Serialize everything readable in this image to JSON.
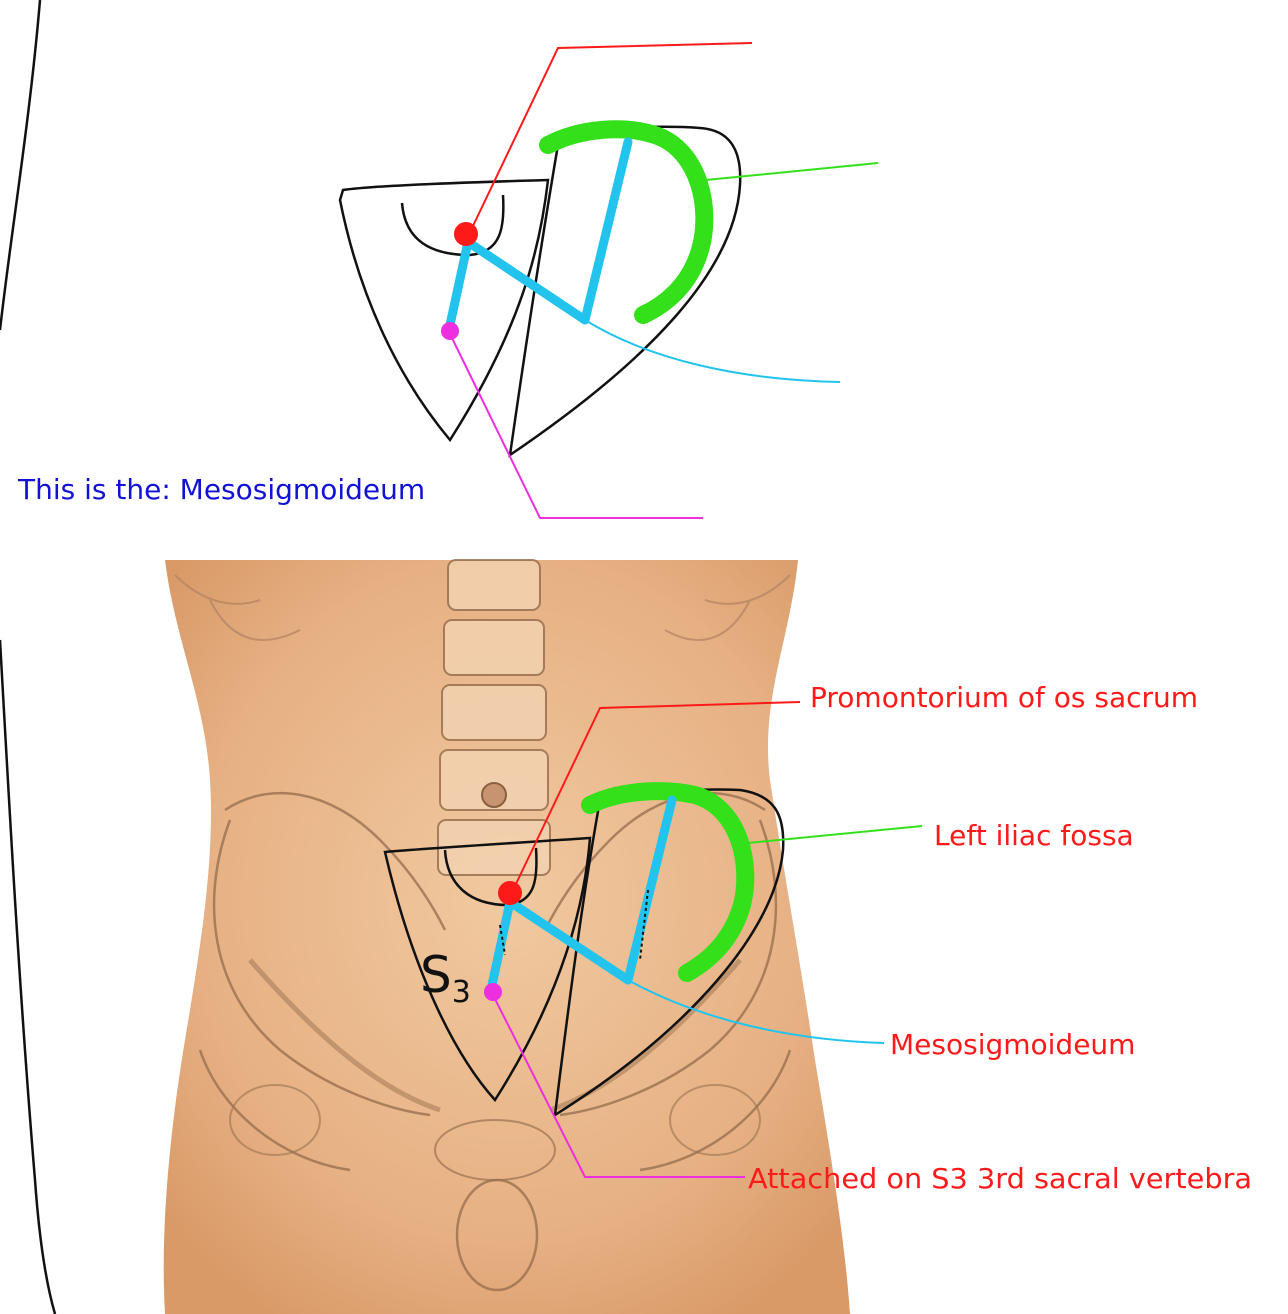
{
  "caption": {
    "prefix": "This is the: ",
    "term": "Mesosigmoideum"
  },
  "labels": {
    "promontorium": "Promontorium of os sacrum",
    "iliac_fossa": "Left iliac fossa",
    "mesosigmoideum": "Mesosigmoideum",
    "s3_attachment": "Attached on S3 3rd sacral vertebra"
  },
  "vertebra_marker": {
    "letter": "S",
    "number": "3"
  },
  "colors": {
    "promontorium_line": "#ff1a1a",
    "iliac_fossa_line": "#33e01a",
    "mesosigmoideum_line": "#22c4ee",
    "s3_line": "#ee2fe0",
    "label_text": "#ff1a1a",
    "caption_text": "#1212d6",
    "skin": "#e9b98c"
  }
}
